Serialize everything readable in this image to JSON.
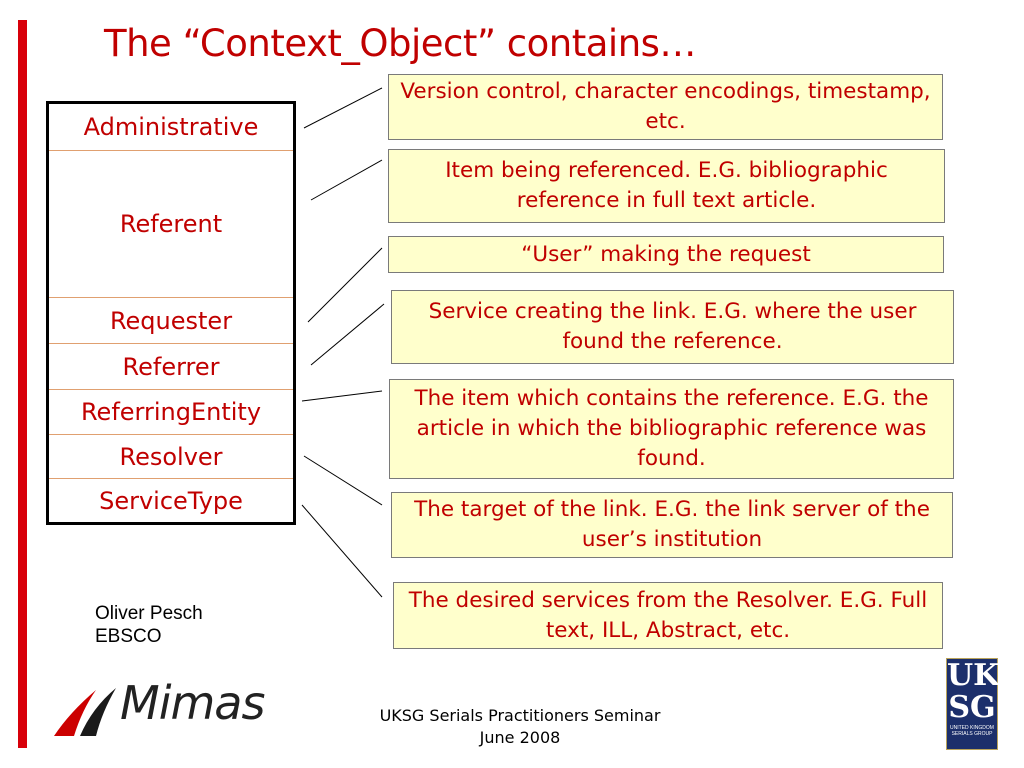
{
  "slide": {
    "title": "The “Context_Object” contains…"
  },
  "context_object": {
    "rows": [
      "Administrative",
      "Referent",
      "Requester",
      "Referrer",
      "ReferringEntity",
      "Resolver",
      "ServiceType"
    ]
  },
  "descriptions": [
    "Version control, character encodings, timestamp, etc.",
    "Item being referenced.  E.G. bibliographic reference in full text article.",
    "“User” making the request",
    "Service creating the link. E.G. where the user found the reference.",
    "The item which contains the reference. E.G. the article in which the bibliographic reference was found.",
    "The target of the link.  E.G. the link server of the user’s institution",
    "The desired services from the Resolver. E.G. Full text, ILL, Abstract, etc."
  ],
  "author": {
    "name": "Oliver Pesch",
    "org": "EBSCO"
  },
  "footer": {
    "line1": "UKSG Serials Practitioners Seminar",
    "line2": "June 2008"
  },
  "logos": {
    "mimas": "Mimas",
    "uksg_line1": "UK",
    "uksg_line2": "SG",
    "uksg_small": "UNITED KINGDOM SERIALS GROUP"
  },
  "colors": {
    "accent_red": "#c00000",
    "bar_red": "#d8000a",
    "box_fill": "#ffffcc",
    "uksg_blue": "#1c2f6b"
  }
}
